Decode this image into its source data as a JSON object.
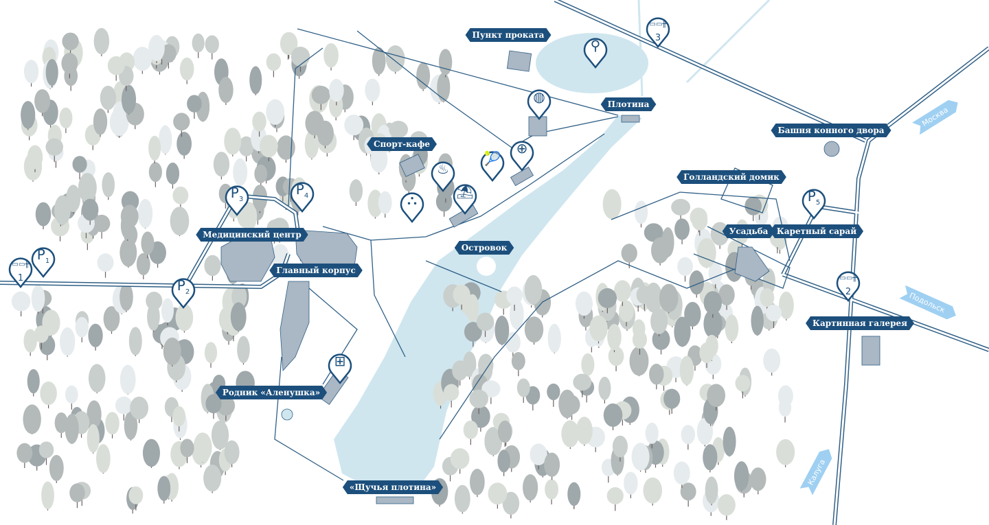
{
  "colors": {
    "water": "#cfe6ef",
    "road": "#2f5f86",
    "building": "#aab7c4",
    "label_bg": "#1c4f7c",
    "direction": "#9fd0f2"
  },
  "labels": [
    {
      "id": "rental",
      "text": "Пункт проката"
    },
    {
      "id": "dam",
      "text": "Плотина"
    },
    {
      "id": "sport-cafe",
      "text": "Спорт-кафе"
    },
    {
      "id": "horse-tower",
      "text": "Башня конного двора"
    },
    {
      "id": "dutch-house",
      "text": "Голландский домик"
    },
    {
      "id": "manor",
      "text": "Усадьба"
    },
    {
      "id": "carriage-barn",
      "text": "Каретный сарай"
    },
    {
      "id": "medical-center",
      "text": "Медицинский центр"
    },
    {
      "id": "islet",
      "text": "Островок"
    },
    {
      "id": "main-building",
      "text": "Главный корпус"
    },
    {
      "id": "gallery",
      "text": "Картинная галерея"
    },
    {
      "id": "spring",
      "text": "Родник «Аленушка»"
    },
    {
      "id": "pike-dam",
      "text": "«Щучья плотина»"
    }
  ],
  "parking": [
    {
      "n": "1"
    },
    {
      "n": "2"
    },
    {
      "n": "3"
    },
    {
      "n": "4"
    },
    {
      "n": "5"
    }
  ],
  "checkpoints": [
    {
      "n": "1"
    },
    {
      "n": "2"
    },
    {
      "n": "3"
    }
  ],
  "amenity_icons": [
    "bicycle-icon",
    "volleyball-icon",
    "tennis-icon",
    "restaurant-icon",
    "grill-icon",
    "beach-umbrella-icon",
    "playground-icon",
    "gym-icon"
  ],
  "directions": [
    {
      "text": "Москва"
    },
    {
      "text": "Подольск"
    },
    {
      "text": "Калуга"
    }
  ]
}
